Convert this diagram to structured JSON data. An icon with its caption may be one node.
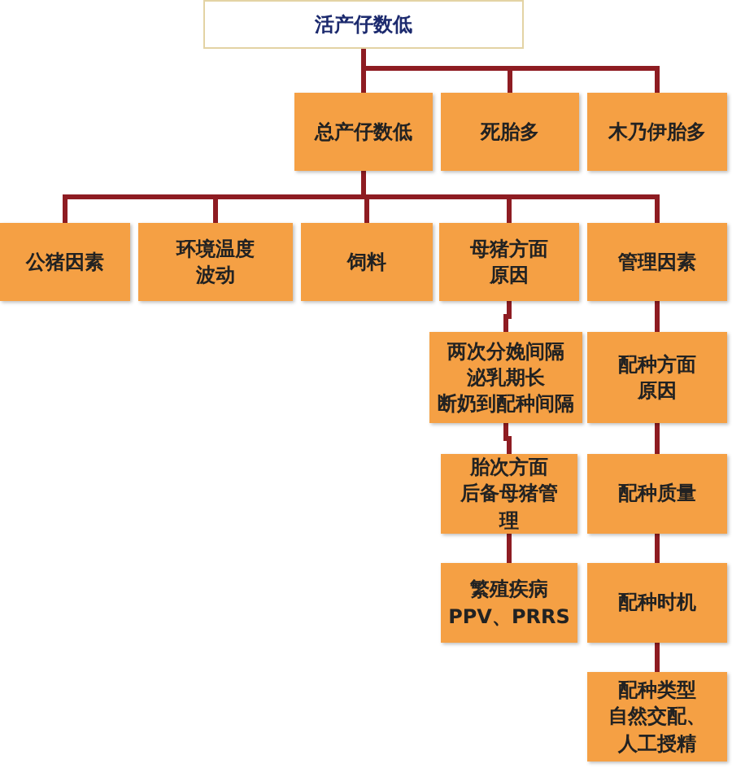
{
  "diagram": {
    "nodes": [
      {
        "text": [
          "活产仔数低"
        ]
      },
      {
        "text": [
          "总产仔数低"
        ]
      },
      {
        "text": [
          "死胎多"
        ]
      },
      {
        "text": [
          "木乃伊胎多"
        ]
      },
      {
        "text": [
          "公猪因素"
        ]
      },
      {
        "text": [
          "环境温度波动"
        ]
      },
      {
        "text": [
          "饲料"
        ]
      },
      {
        "text": [
          "母猪方面原因"
        ]
      },
      {
        "text": [
          "管理因素"
        ]
      },
      {
        "text": [
          "两次分娩间隔",
          "泌乳期长",
          "断奶到配种间隔"
        ]
      },
      {
        "text": [
          "胎次方面",
          "后备母猪管理"
        ]
      },
      {
        "text": [
          "繁殖疾病",
          "PPV、PRRS"
        ]
      },
      {
        "text": [
          "配种方面原因"
        ]
      },
      {
        "text": [
          "配种质量"
        ]
      },
      {
        "text": [
          "配种时机"
        ]
      },
      {
        "text": [
          "配种类型",
          "自然交配、人工授精"
        ]
      }
    ],
    "edges": [
      {
        "from": 0,
        "to": 1,
        "arrow": "none"
      },
      {
        "from": 0,
        "to": 2,
        "arrow": "none"
      },
      {
        "from": 0,
        "to": 3,
        "arrow": "none"
      },
      {
        "from": 1,
        "to": 4,
        "arrow": "none"
      },
      {
        "from": 1,
        "to": 5,
        "arrow": "none"
      },
      {
        "from": 1,
        "to": 6,
        "arrow": "none"
      },
      {
        "from": 1,
        "to": 7,
        "arrow": "none"
      },
      {
        "from": 1,
        "to": 8,
        "arrow": "none"
      },
      {
        "from": 7,
        "to": 9,
        "arrow": "none"
      },
      {
        "from": 9,
        "to": 10,
        "arrow": "none"
      },
      {
        "from": 10,
        "to": 11,
        "arrow": "none"
      },
      {
        "from": 8,
        "to": 12,
        "arrow": "none"
      },
      {
        "from": 12,
        "to": 13,
        "arrow": "none"
      },
      {
        "from": 13,
        "to": 14,
        "arrow": "none"
      },
      {
        "from": 14,
        "to": 15,
        "arrow": "none"
      }
    ]
  }
}
